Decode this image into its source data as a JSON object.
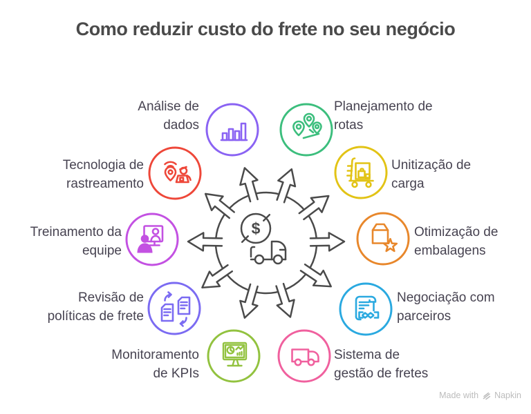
{
  "title": "Como reduzir custo do frete no seu negócio",
  "center": {
    "icon": "freight-cost-hub",
    "currency_symbol": "$"
  },
  "hub_color": "#4A4A4A",
  "items": [
    {
      "label": "Análise de\ndados",
      "icon": "bar-chart-icon",
      "color": "#8A63F3"
    },
    {
      "label": "Planejamento de\nrotas",
      "icon": "route-pins-icon",
      "color": "#3CBE7D"
    },
    {
      "label": "Tecnologia de\nrastreamento",
      "icon": "gps-tracking-icon",
      "color": "#EE4739"
    },
    {
      "label": "Unitização de\ncarga",
      "icon": "cargo-cart-icon",
      "color": "#E2C315"
    },
    {
      "label": "Treinamento da\nequipe",
      "icon": "team-training-icon",
      "color": "#C351E2"
    },
    {
      "label": "Otimização de\nembalagens",
      "icon": "package-star-icon",
      "color": "#E8872B"
    },
    {
      "label": "Revisão de\npolíticas de frete",
      "icon": "documents-refresh-icon",
      "color": "#7B6BF2"
    },
    {
      "label": "Negociação com\nparceiros",
      "icon": "contract-handshake-icon",
      "color": "#2AA9E0"
    },
    {
      "label": "Monitoramento\nde KPIs",
      "icon": "kpi-dashboard-icon",
      "color": "#92C23F"
    },
    {
      "label": "Sistema de\ngestão de fretes",
      "icon": "delivery-truck-icon",
      "color": "#F0609E"
    }
  ],
  "watermark": {
    "text": "Made with",
    "brand": "Napkin"
  }
}
